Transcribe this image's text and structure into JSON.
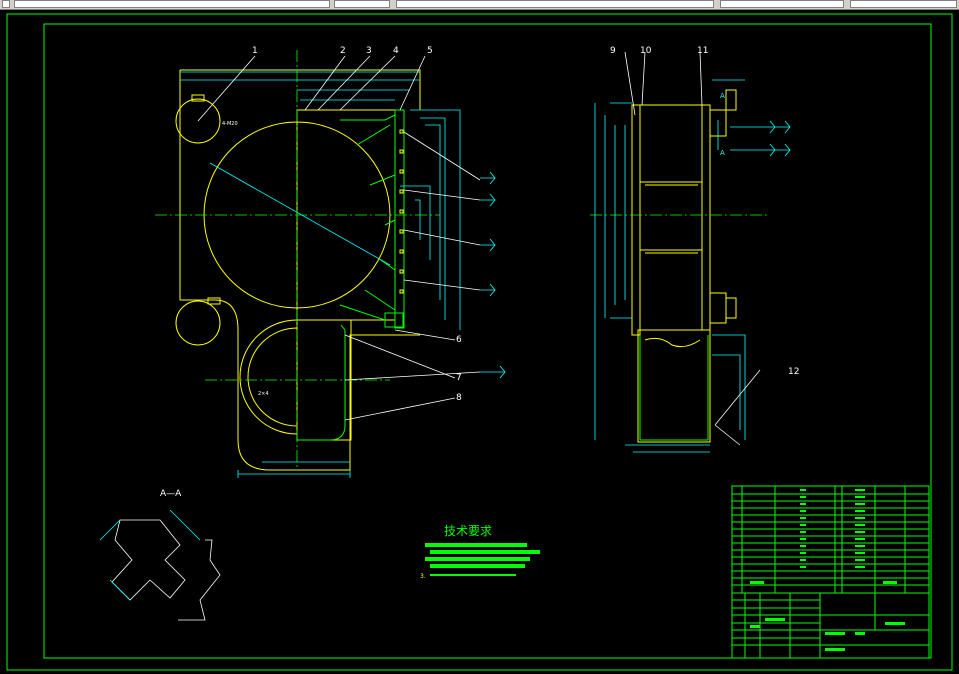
{
  "toolbar": {
    "colors": {
      "bg": "#d4d0c8"
    }
  },
  "drawing": {
    "colors": {
      "frame": "#00ff00",
      "object": "#ffff00",
      "dimension": "#00ffff",
      "text": "#ffffff"
    },
    "callouts": [
      "1",
      "2",
      "3",
      "4",
      "5",
      "6",
      "7",
      "8",
      "9",
      "10",
      "11",
      "12"
    ],
    "section_label": "A—A",
    "section_marks": [
      "A",
      "A"
    ],
    "tech_requirements_title": "技术要求",
    "tech_note_number": "3.",
    "leader_notes": [
      "4-M20",
      "2×4"
    ]
  }
}
